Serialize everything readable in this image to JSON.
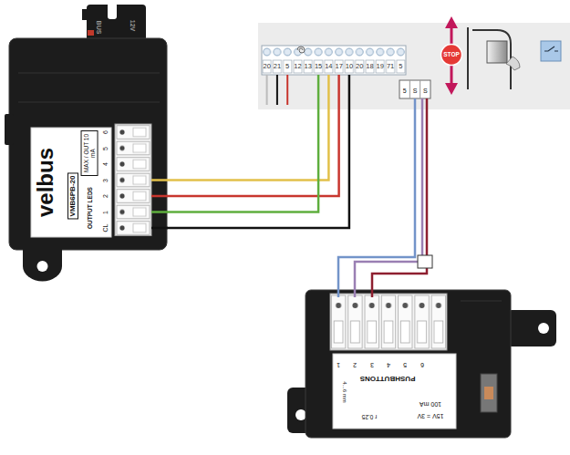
{
  "diagram": {
    "nodes": [
      {
        "text": [
          "velbus",
          "VMB6PB-20",
          "MAX / OUT 10 mA",
          "OUTPUT LEDS"
        ]
      },
      {
        "text": [
          "20",
          "21",
          "5",
          "12",
          "13",
          "15",
          "14",
          "17",
          "10",
          "20",
          "18",
          "19",
          "71",
          "5"
        ]
      },
      {
        "text": [
          "5",
          "S",
          "S"
        ]
      },
      {
        "text": [
          "PUSHBUTTONS",
          "100 mA",
          "15V = 3V",
          "r 0.25",
          "4...6 mm"
        ]
      }
    ],
    "edges": [
      {
        "from": 0,
        "to": 1,
        "arrow": "none"
      },
      {
        "from": 0,
        "to": 1,
        "arrow": "none"
      },
      {
        "from": 0,
        "to": 1,
        "arrow": "none"
      },
      {
        "from": 0,
        "to": 1,
        "arrow": "none"
      },
      {
        "from": 2,
        "to": 3,
        "arrow": "none"
      },
      {
        "from": 2,
        "to": 3,
        "arrow": "none"
      },
      {
        "from": 2,
        "to": 3,
        "arrow": "none"
      }
    ],
    "labels": [
      "BUS",
      "12V",
      "STOP",
      "6",
      "5",
      "4",
      "3",
      "2",
      "1",
      "CL",
      "1",
      "2",
      "3",
      "4",
      "5",
      "6"
    ]
  }
}
